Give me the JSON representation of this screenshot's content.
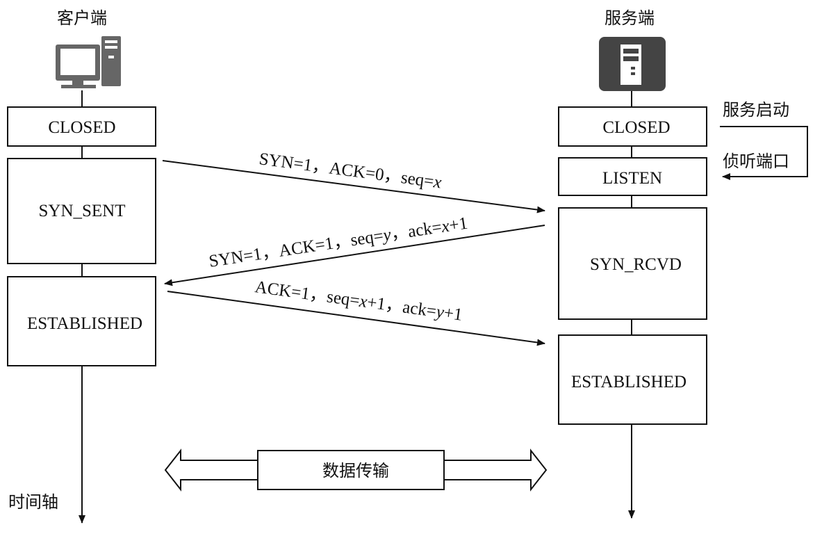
{
  "client": {
    "title": "客户端",
    "icon": "desktop-computer-icon"
  },
  "server": {
    "title": "服务端",
    "icon": "server-icon"
  },
  "client_states": [
    "CLOSED",
    "SYN_SENT",
    "ESTABLISHED"
  ],
  "server_states": [
    "CLOSED",
    "LISTEN",
    "SYN_RCVD",
    "ESTABLISHED"
  ],
  "server_notes": {
    "start": "服务启动",
    "listen": "侦听端口"
  },
  "messages": {
    "syn": {
      "a": "SYN=1，",
      "b": "ACK=0，",
      "c": "seq=",
      "d": "x"
    },
    "synack": {
      "a": "SYN=1，",
      "b": "ACK=1，",
      "c": "seq=",
      "d": "y",
      "e": "，",
      "f": "ack=",
      "g": "x",
      "h": "+1"
    },
    "ack": {
      "a": "ACK=1，",
      "b": "seq=",
      "c": "x",
      "d": "+1，",
      "e": "ack=",
      "f": "y",
      "g": "+1"
    }
  },
  "data_transfer": "数据传输",
  "timeline": "时间轴",
  "colors": {
    "line": "#111111",
    "icon": "#555555",
    "server_bg": "#444444"
  }
}
